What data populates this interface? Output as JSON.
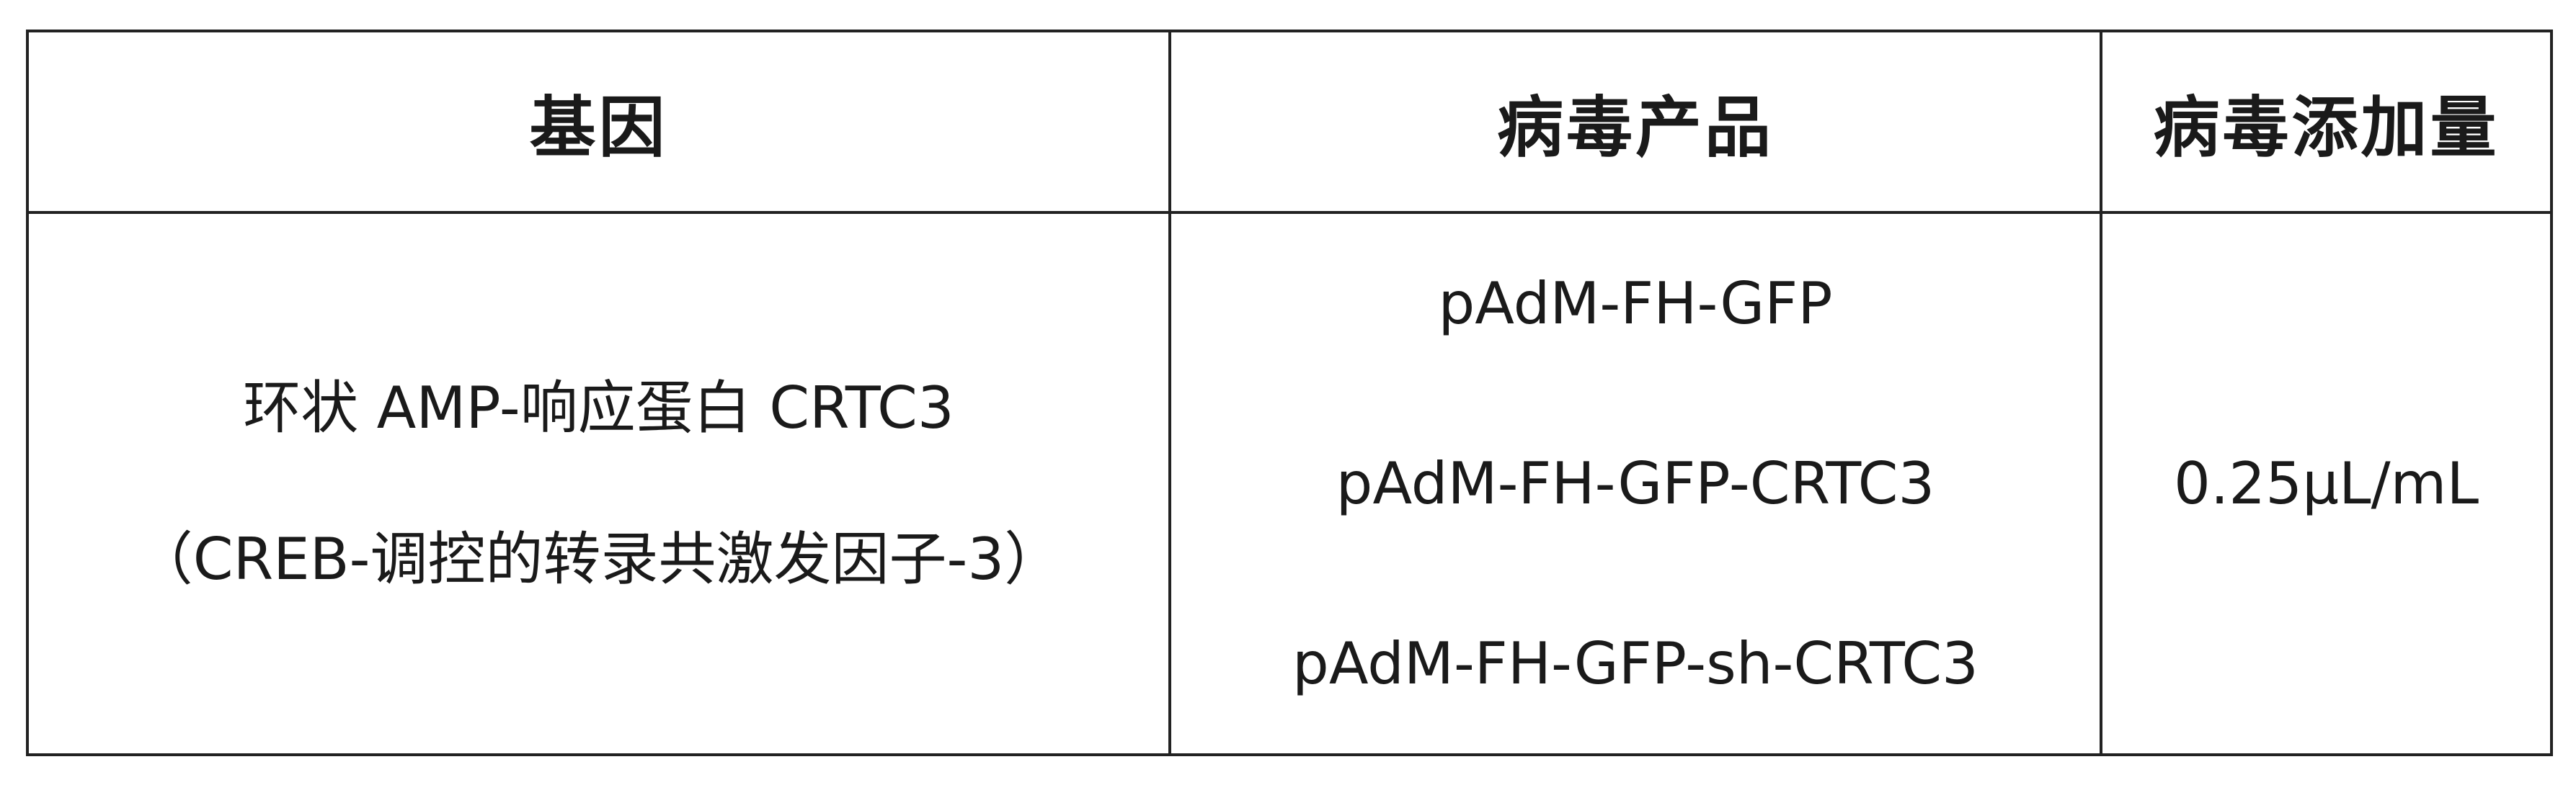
{
  "table": {
    "headers": [
      "基因",
      "病毒产品",
      "病毒添加量"
    ],
    "gene": {
      "lines": [
        "环状 AMP-响应蛋白 CRTC3",
        "（CREB-调控的转录共激发因子-3）"
      ]
    },
    "products": [
      "pAdM-FH-GFP",
      "pAdM-FH-GFP-CRTC3",
      "pAdM-FH-GFP-sh-CRTC3"
    ],
    "dose": "0.25μL/mL"
  }
}
